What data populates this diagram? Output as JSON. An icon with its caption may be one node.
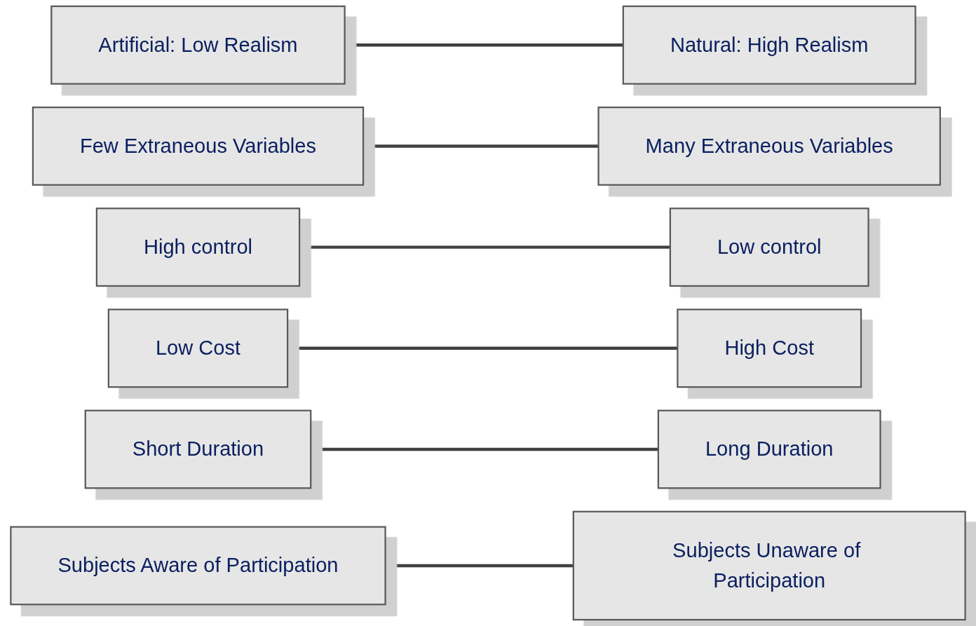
{
  "diagram": {
    "nodes": [
      {
        "text": [
          "Artificial: Low Realism"
        ]
      },
      {
        "text": [
          "Natural: High Realism"
        ]
      },
      {
        "text": [
          "Few Extraneous Variables"
        ]
      },
      {
        "text": [
          "Many Extraneous Variables"
        ]
      },
      {
        "text": [
          "High control"
        ]
      },
      {
        "text": [
          "Low control"
        ]
      },
      {
        "text": [
          "Low Cost"
        ]
      },
      {
        "text": [
          "High Cost"
        ]
      },
      {
        "text": [
          "Short Duration"
        ]
      },
      {
        "text": [
          "Long Duration"
        ]
      },
      {
        "text": [
          "Subjects Aware of Participation"
        ]
      },
      {
        "text": [
          "Subjects Unaware of Participation"
        ]
      }
    ],
    "edges": [
      {
        "from": 0,
        "to": 1,
        "arrow": "none"
      },
      {
        "from": 2,
        "to": 3,
        "arrow": "none"
      },
      {
        "from": 4,
        "to": 5,
        "arrow": "none"
      },
      {
        "from": 6,
        "to": 7,
        "arrow": "none"
      },
      {
        "from": 8,
        "to": 9,
        "arrow": "none"
      },
      {
        "from": 10,
        "to": 11,
        "arrow": "none"
      }
    ]
  }
}
